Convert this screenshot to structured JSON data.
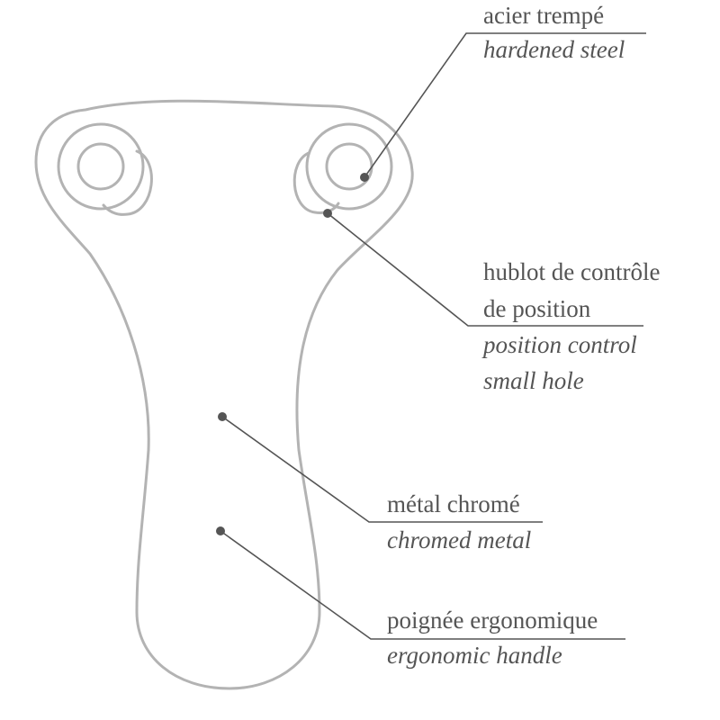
{
  "callouts": [
    {
      "id": "steel",
      "lines_fr": [
        "acier trempé"
      ],
      "lines_en": [
        "hardened steel"
      ]
    },
    {
      "id": "control-hole",
      "lines_fr": [
        "hublot de contrôle",
        "de position"
      ],
      "lines_en": [
        "position control",
        "small hole"
      ]
    },
    {
      "id": "chrome",
      "lines_fr": [
        "métal chromé"
      ],
      "lines_en": [
        "chromed metal"
      ]
    },
    {
      "id": "handle",
      "lines_fr": [
        "poignée ergonomique"
      ],
      "lines_en": [
        "ergonomic handle"
      ]
    }
  ],
  "colors": {
    "outline": "#b3b3b3",
    "leader": "#555555",
    "text": "#555555"
  }
}
